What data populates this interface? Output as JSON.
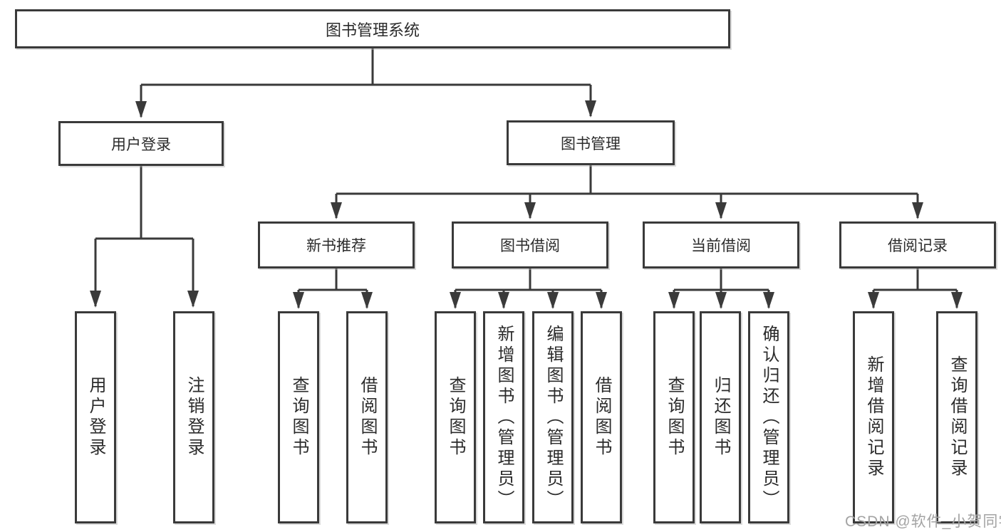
{
  "nodes": {
    "root": "图书管理系统",
    "user_login": "用户登录",
    "book_mgmt": "图书管理",
    "new_book_rec": "新书推荐",
    "book_borrow": "图书借阅",
    "current_borrow": "当前借阅",
    "borrow_record": "借阅记录",
    "leaf_user_login": "用户登录",
    "leaf_logout": "注销登录",
    "leaf_query_book_a": "查询图书",
    "leaf_borrow_book_a": "借阅图书",
    "leaf_query_book_b": "查询图书",
    "leaf_add_book_admin": "新增图书（管理员）",
    "leaf_edit_book_admin": "编辑图书（管理员）",
    "leaf_borrow_book_b": "借阅图书",
    "leaf_query_book_c": "查询图书",
    "leaf_return_book": "归还图书",
    "leaf_confirm_return_admin": "确认归还（管理员）",
    "leaf_add_borrow_record": "新增借阅记录",
    "leaf_query_borrow_record": "查询借阅记录"
  },
  "watermark": "CSDN @软件_小贺同学",
  "colors": {
    "line": "#3a3a3a",
    "box_border": "#3a3a3a",
    "text": "#2b2b2b",
    "watermark": "#a3a3a3",
    "background": "#ffffff"
  }
}
